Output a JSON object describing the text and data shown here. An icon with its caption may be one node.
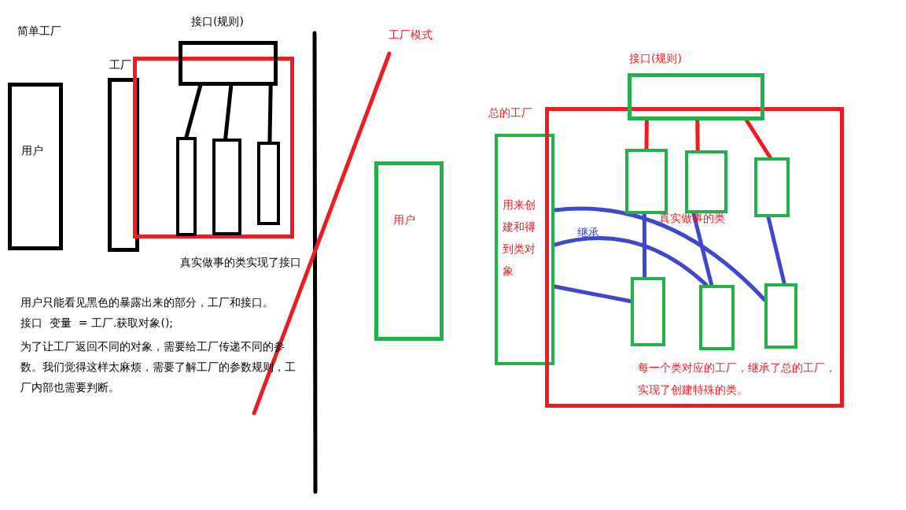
{
  "diagram": {
    "nodes": [
      {
        "text": [
          "用户"
        ]
      },
      {
        "text": [
          "工厂"
        ]
      },
      {
        "text": [],
        "shape": "box",
        "beside": [
          "真实做事的类实现了接口"
        ]
      },
      {
        "text": [
          "接口(规则)"
        ]
      },
      {
        "text": [],
        "shape": "box",
        "in": 2
      },
      {
        "text": [],
        "shape": "box",
        "in": 2
      },
      {
        "text": [],
        "shape": "box",
        "in": 2
      },
      {
        "text": [
          "用户"
        ]
      },
      {
        "text": [
          "总的工厂",
          "用来创建和得到类对象"
        ]
      },
      {
        "text": [
          "每一个类对应的工厂，继承了总的工厂，实现了创建特殊的类。"
        ]
      },
      {
        "text": [
          "接口(规则)"
        ]
      },
      {
        "text": [],
        "shape": "box",
        "in": 9
      },
      {
        "text": [],
        "shape": "box",
        "in": 9
      },
      {
        "text": [],
        "shape": "box",
        "in": 9
      },
      {
        "text": [],
        "shape": "box",
        "in": 9
      },
      {
        "text": [],
        "shape": "box",
        "in": 9
      },
      {
        "text": [],
        "shape": "box",
        "in": 9
      }
    ],
    "edges": [
      {
        "from": 3,
        "to": 4,
        "arrow": "none",
        "color": "#000000"
      },
      {
        "from": 3,
        "to": 5,
        "arrow": "none",
        "color": "#000000"
      },
      {
        "from": 3,
        "to": 6,
        "arrow": "none",
        "color": "#000000"
      },
      {
        "from": 10,
        "to": 11,
        "arrow": "none",
        "color": "#ed1c24"
      },
      {
        "from": 10,
        "to": 12,
        "arrow": "none",
        "color": "#ed1c24"
      },
      {
        "from": 10,
        "to": 13,
        "arrow": "none",
        "color": "#ed1c24"
      },
      {
        "from": 11,
        "to": 14,
        "arrow": "none"
      },
      {
        "from": 12,
        "to": 15,
        "arrow": "none"
      },
      {
        "from": 13,
        "to": 16,
        "arrow": "none"
      },
      {
        "from": 8,
        "to": 14,
        "arrow": "none"
      },
      {
        "from": 8,
        "to": 15,
        "arrow": "none"
      },
      {
        "from": 8,
        "to": 16,
        "arrow": "none"
      }
    ],
    "labels": [
      "简单工厂",
      "工厂模式",
      "真实做事的类",
      "继承",
      "用户只能看见黑色的暴露出来的部分，工厂和接口。",
      "接口  变量  = 工厂.获取对象();",
      "为了让工厂返回不同的对象，需要给工厂传递不同的参数。我们觉得这样太麻烦，需要了解工厂的参数规则，工厂内部也需要判断。"
    ]
  }
}
